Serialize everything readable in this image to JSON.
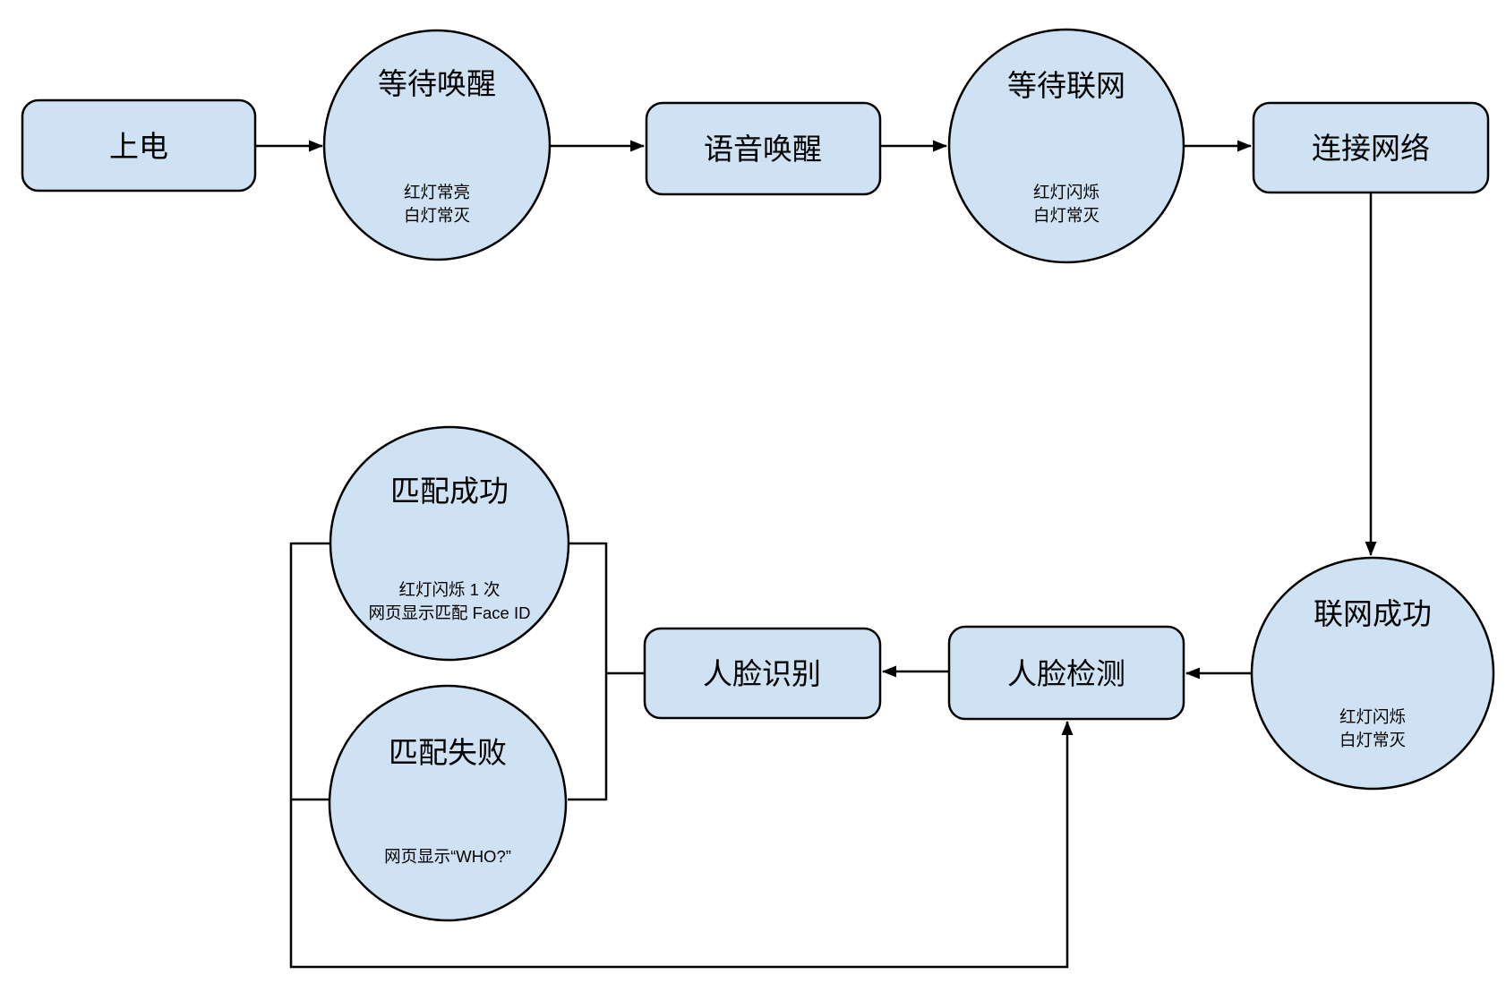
{
  "diagram": {
    "title": "device-wake-face-recognition-flowchart",
    "colors": {
      "background": "#ffffff",
      "node_fill": "#cfe2f3",
      "node_stroke": "#000000",
      "line": "#000000",
      "text": "#000000"
    },
    "nodes": {
      "power_on": {
        "label": "上电"
      },
      "wait_wake": {
        "label": "等待唤醒",
        "sub1": "红灯常亮",
        "sub2": "白灯常灭"
      },
      "voice_wake": {
        "label": "语音唤醒"
      },
      "wait_network": {
        "label": "等待联网",
        "sub1": "红灯闪烁",
        "sub2": "白灯常灭"
      },
      "connect_network": {
        "label": "连接网络"
      },
      "network_success": {
        "label": "联网成功",
        "sub1": "红灯闪烁",
        "sub2": "白灯常灭"
      },
      "face_detect": {
        "label": "人脸检测"
      },
      "face_recognize": {
        "label": "人脸识别"
      },
      "match_success": {
        "label": "匹配成功",
        "sub1": "红灯闪烁 1 次",
        "sub2": "网页显示匹配 Face ID"
      },
      "match_fail": {
        "label": "匹配失败",
        "sub1": "网页显示“WHO?”"
      }
    },
    "edges": [
      {
        "from": "power_on",
        "to": "wait_wake",
        "arrow": true
      },
      {
        "from": "wait_wake",
        "to": "voice_wake",
        "arrow": true
      },
      {
        "from": "voice_wake",
        "to": "wait_network",
        "arrow": true
      },
      {
        "from": "wait_network",
        "to": "connect_network",
        "arrow": true
      },
      {
        "from": "connect_network",
        "to": "network_success",
        "arrow": true
      },
      {
        "from": "network_success",
        "to": "face_detect",
        "arrow": true
      },
      {
        "from": "face_detect",
        "to": "face_recognize",
        "arrow": true
      },
      {
        "from": "face_recognize",
        "to": "match_success",
        "arrow": false
      },
      {
        "from": "face_recognize",
        "to": "match_fail",
        "arrow": false
      },
      {
        "from": "match_success_and_match_fail",
        "to": "face_detect",
        "arrow": true
      }
    ]
  }
}
